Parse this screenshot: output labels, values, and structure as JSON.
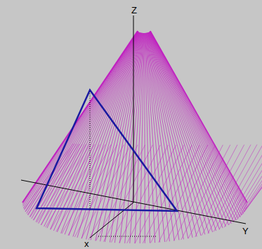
{
  "diagram": {
    "labels": [
      "Z",
      "Y",
      "x"
    ]
  }
}
